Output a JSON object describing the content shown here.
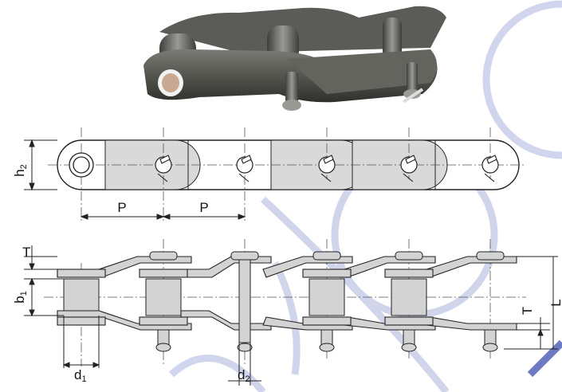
{
  "photo": {
    "subject": "chain-links-photo"
  },
  "labels": {
    "h2_main": "h",
    "h2_sub": "2",
    "p_left": "P",
    "p_right": "P",
    "t_top": "T",
    "b1_main": "b",
    "b1_sub": "1",
    "t_right": "T",
    "l_right": "L",
    "d1_main": "d",
    "d1_sub": "1",
    "d2_main": "d",
    "d2_sub": "2"
  },
  "colors": {
    "plate_fill": "#d3d3d3",
    "outline": "#222222",
    "centerline": "#666666",
    "watermark": "#c6cbe8",
    "photo_metal": "#4a4a48"
  }
}
